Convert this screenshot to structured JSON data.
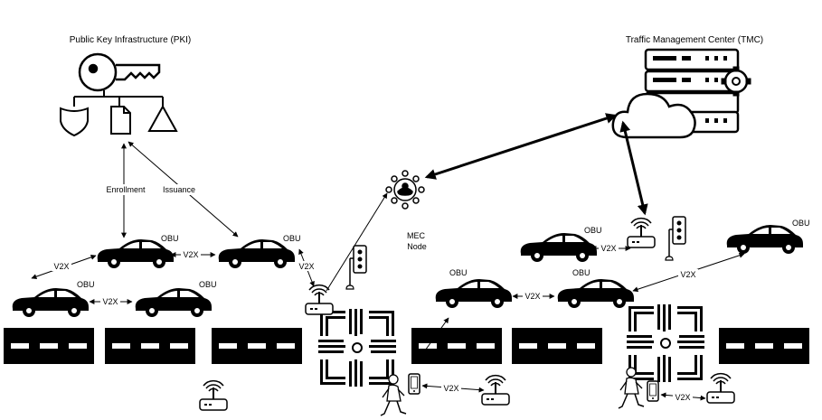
{
  "labels": {
    "pki_title": "Public Key Infrastructure (PKI)",
    "tmc_title": "Traffic Management Center (TMC)",
    "enrollment": "Enrollment",
    "issuance": "Issuance",
    "mec_line1": "MEC",
    "mec_line2": "Node",
    "obu": "OBU",
    "v2x": "V2X"
  },
  "icons": {
    "pki": "key-icon",
    "tmc": "server-stack-icon",
    "cloud": "cloud-icon",
    "mec": "mec-node-icon",
    "rsu": "roadside-unit-icon",
    "traffic_light": "traffic-light-icon",
    "phone": "smartphone-icon",
    "pedestrian": "pedestrian-icon",
    "car": "car-icon",
    "crossroad": "crossroad-icon"
  },
  "colors": {
    "ink": "#000000",
    "background": "#ffffff"
  }
}
